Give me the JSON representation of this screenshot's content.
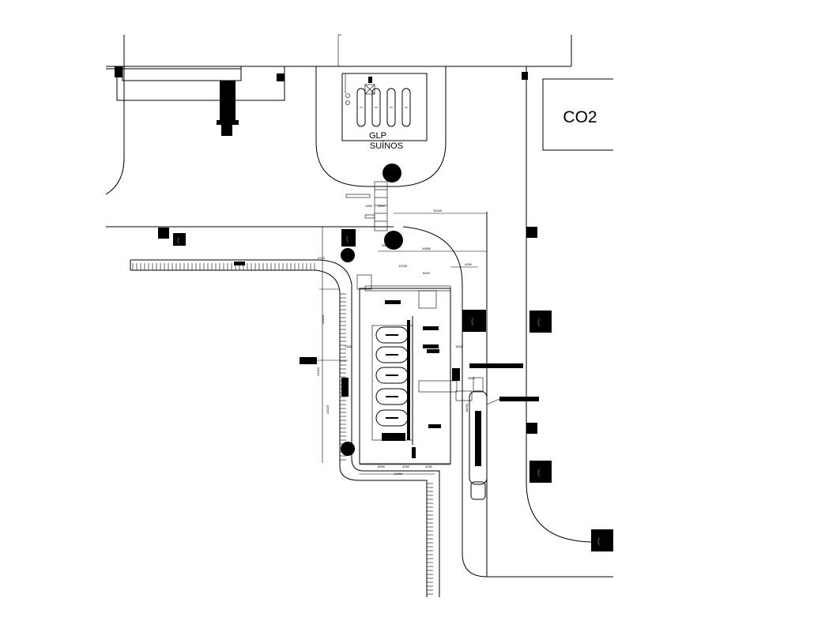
{
  "labels": {
    "co2": "CO2",
    "glp": "GLP",
    "suinos": "SUÍNOS"
  },
  "dimensions": {
    "top_span": "15169",
    "upper_width": "10850",
    "left_offset": "4720",
    "right_offset": "4250",
    "inner_top": "6000",
    "inner_left": "10230",
    "stair_a": "1350",
    "stair_b": "2300",
    "stair_c": "3500",
    "left_upper": "10600",
    "left_total": "21020",
    "left_lower": "10420",
    "bottom_a": "5050",
    "bottom_b": "4050",
    "bottom_c": "3150",
    "bottom_total": "13950",
    "right_a": "1800",
    "right_b": "3500",
    "right_c": "18190",
    "sump": "1350"
  },
  "colors": {
    "line": "#000000",
    "marker_icon": "#00b050",
    "background": "#ffffff"
  },
  "icons": {
    "tree": "filled-circle",
    "marker": "black-square-green-glyph",
    "tank": "rounded-capsule"
  }
}
